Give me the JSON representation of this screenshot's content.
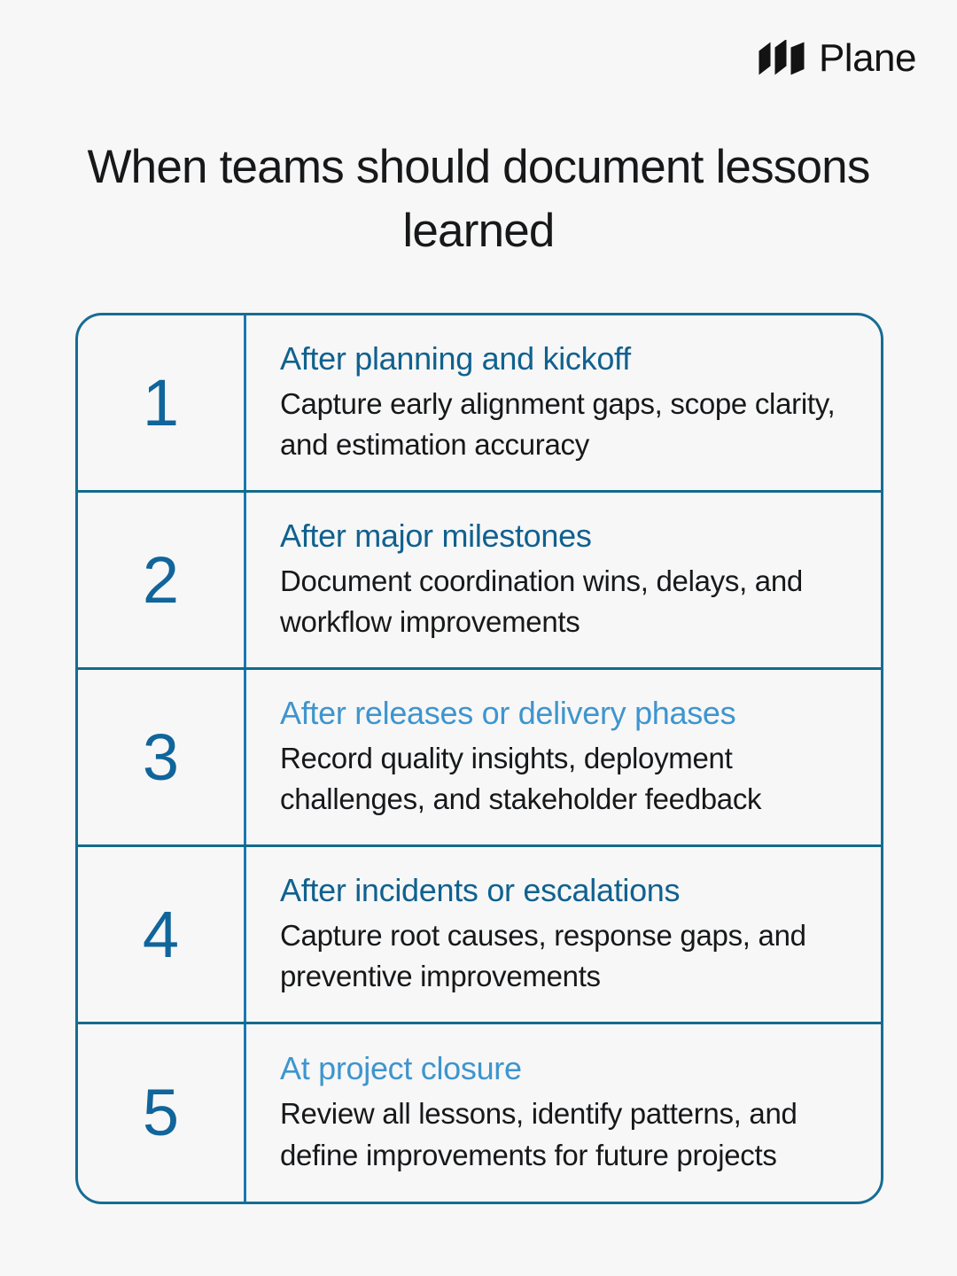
{
  "background_color": "#f7f7f7",
  "brand": {
    "name": "Plane",
    "logo_icon": "plane-logo-mark",
    "text_color": "#131313"
  },
  "title": "When teams should document lessons learned",
  "colors": {
    "number": "#10659b",
    "heading_dark": "#10618f",
    "heading_light": "#3e95ce",
    "body_text": "#17181a",
    "table_border": "#176c93",
    "row_divider": "#126b8c",
    "column_divider": "#1878b4"
  },
  "table": {
    "rows": [
      {
        "number": "1",
        "heading": "After planning and kickoff",
        "heading_color": "#10618f",
        "description": "Capture early alignment gaps, scope clarity, and estimation accuracy"
      },
      {
        "number": "2",
        "heading": "After major milestones",
        "heading_color": "#10618f",
        "description": "Document coordination wins, delays, and workflow improvements"
      },
      {
        "number": "3",
        "heading": "After releases or delivery phases",
        "heading_color": "#3e95ce",
        "description": "Record quality insights, deployment challenges, and stakeholder feedback"
      },
      {
        "number": "4",
        "heading": "After incidents or escalations",
        "heading_color": "#10618f",
        "description": "Capture root causes, response gaps, and preventive improvements"
      },
      {
        "number": "5",
        "heading": "At project closure",
        "heading_color": "#3e95ce",
        "description": "Review all lessons, identify patterns, and define improvements for future projects"
      }
    ]
  }
}
